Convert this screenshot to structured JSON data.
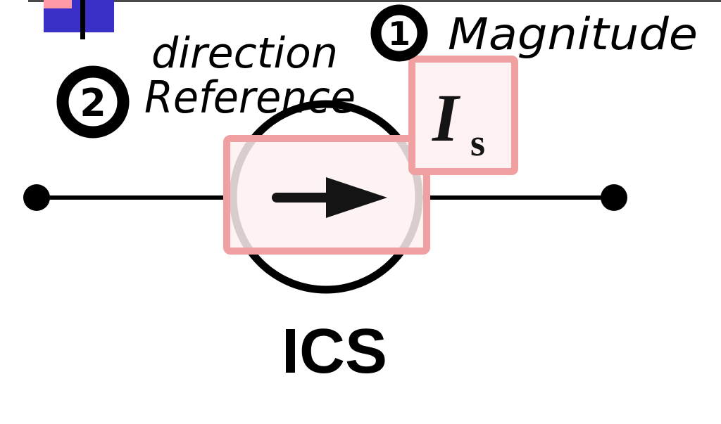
{
  "annotations": {
    "magnitude": {
      "number": "1",
      "label": "Magnitude"
    },
    "reference_direction": {
      "number": "2",
      "label_line1": "direction",
      "label_line2": "Reference"
    }
  },
  "symbol": {
    "quantity_letter": "I",
    "quantity_subscript": "s",
    "name": "ICS"
  },
  "colors": {
    "highlight_stroke": "#f0a0a0",
    "highlight_fill": "#fdf1f1",
    "ink": "#000000",
    "logo_blue": "#3a30c8",
    "logo_pink": "#ff9aa6"
  }
}
